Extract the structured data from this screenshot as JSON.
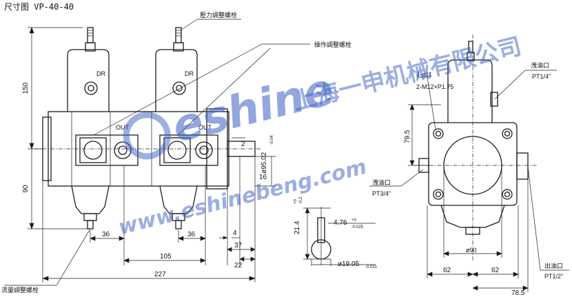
{
  "title": "尺寸图 VP-40-40",
  "callouts": {
    "pressure_adjust": "壓力調整螺栓",
    "stroke_adjust": "操作調整螺栓",
    "flow_adjust": "流量調整螺栓",
    "drain_top": "洩油口",
    "drain_top_thread": "PT1/4\"",
    "drain_side": "洩油口",
    "drain_side_thread": "PT3/4\"",
    "outlet": "出油口",
    "outlet_thread": "PT1/2\""
  },
  "port_labels": {
    "dr": "DR",
    "out": "OUT"
  },
  "dims": {
    "height_150": "150",
    "height_90": "90",
    "width_36_a": "36",
    "width_36_b": "36",
    "width_105": "105",
    "width_227": "227",
    "width_4": "4",
    "width_37": "37",
    "width_22": "22",
    "width_16": "16",
    "width_2": "2",
    "shaft_dia": "ø95.02",
    "shaft_dia_tol": "-0.04",
    "key_height": "21.4",
    "key_height_tol_upper": "+0",
    "key_height_tol_lower": "-0.2",
    "key_width": "4.76",
    "key_width_tol_upper": "+0",
    "key_width_tol_lower": "-0.025",
    "shaft_small_dia": "ø19.05",
    "shaft_small_tol": "-0.021",
    "holes": "4-ø11",
    "thread": "2-M12×P1.75",
    "height_79_5": "79.5",
    "pilot_dia": "ø90",
    "width_62_a": "62",
    "width_62_b": "62",
    "width_78_5": "78.5"
  },
  "watermark": {
    "brand": "eshine",
    "company_cn": "上海一申机械有限公司",
    "url": "www.eshinebeng.com"
  },
  "colors": {
    "line": "#1a1a1a",
    "watermark": "#3b5fc4"
  }
}
